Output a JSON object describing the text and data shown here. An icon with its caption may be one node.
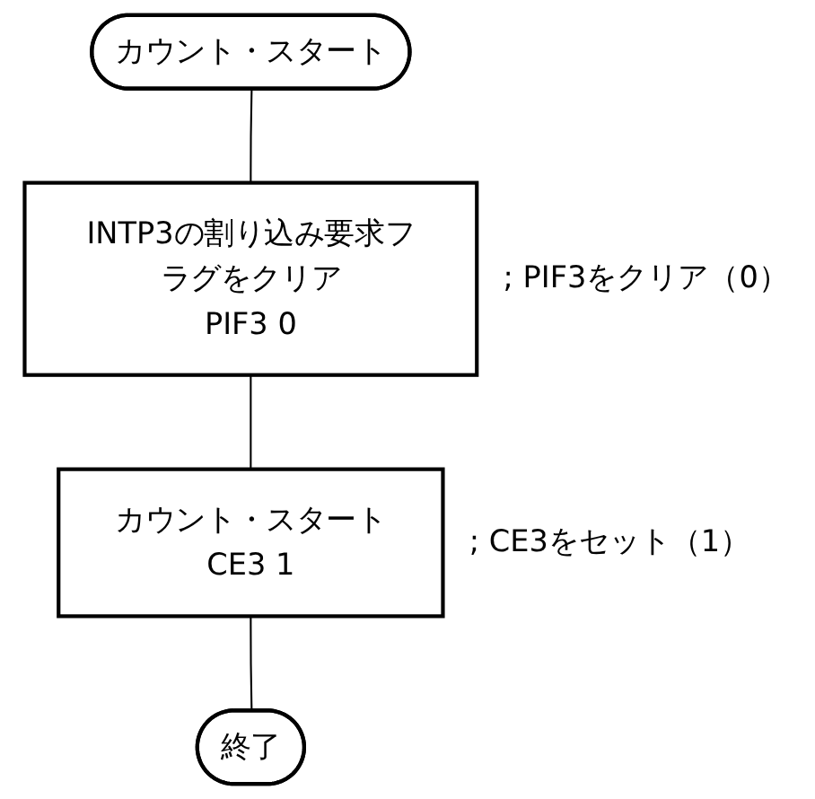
{
  "diagram": {
    "nodes": [
      {
        "text": [
          "カウント・スタート"
        ]
      },
      {
        "text": [
          "INTP3の割り込み要求フラグをクリア",
          "PIF3 0"
        ],
        "beside": [
          "; PIF3をクリア（0）"
        ]
      },
      {
        "text": [
          "カウント・スタート",
          "CE3 1"
        ],
        "beside": [
          "; CE3をセット（1）"
        ]
      },
      {
        "text": [
          "終了"
        ]
      }
    ],
    "edges": [
      {
        "from": 0,
        "to": 1,
        "arrow": "none"
      },
      {
        "from": 1,
        "to": 2,
        "arrow": "none"
      },
      {
        "from": 2,
        "to": 3,
        "arrow": "none"
      }
    ]
  }
}
